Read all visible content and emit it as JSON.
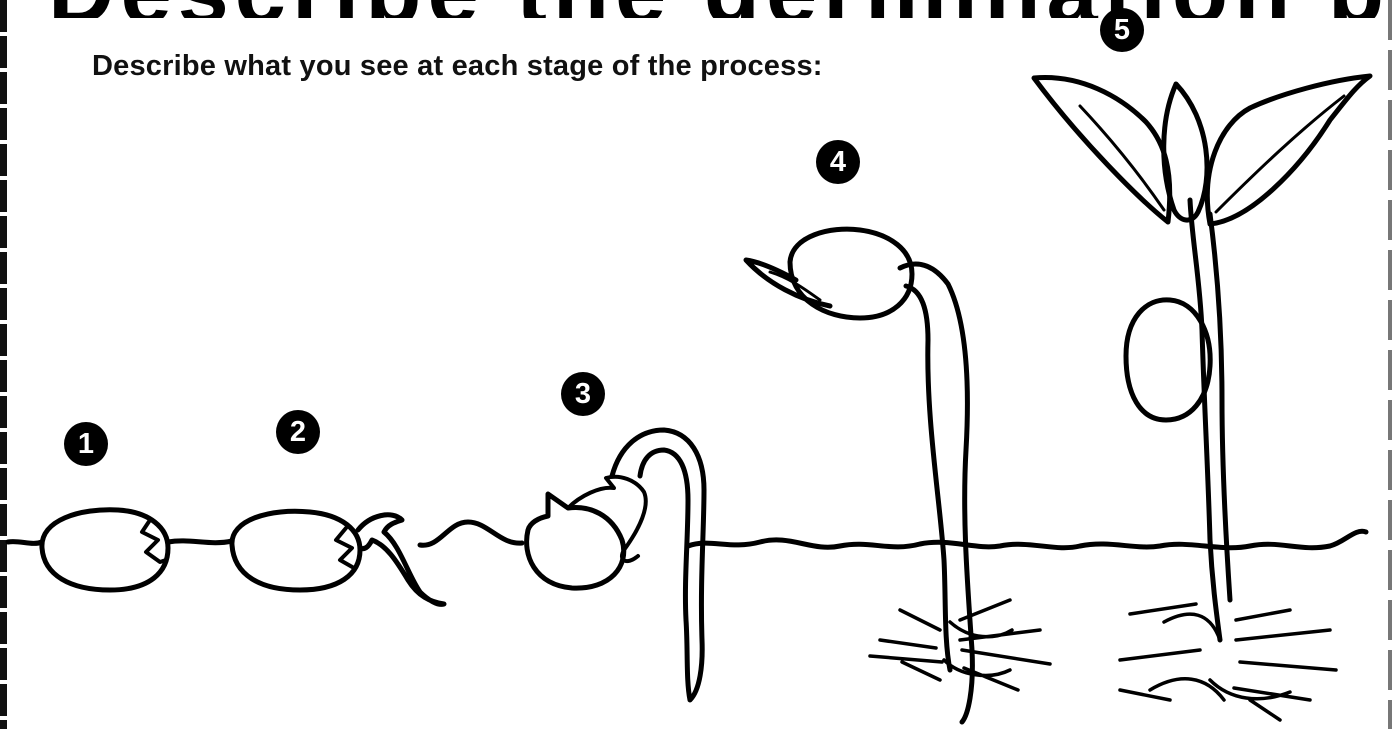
{
  "title": "Describe the germination process",
  "instruction": "Describe what you see at each stage of the process:",
  "stages": [
    {
      "number": "1"
    },
    {
      "number": "2"
    },
    {
      "number": "3"
    },
    {
      "number": "4"
    },
    {
      "number": "5"
    }
  ],
  "colors": {
    "ink": "#000000",
    "paper": "#ffffff"
  }
}
